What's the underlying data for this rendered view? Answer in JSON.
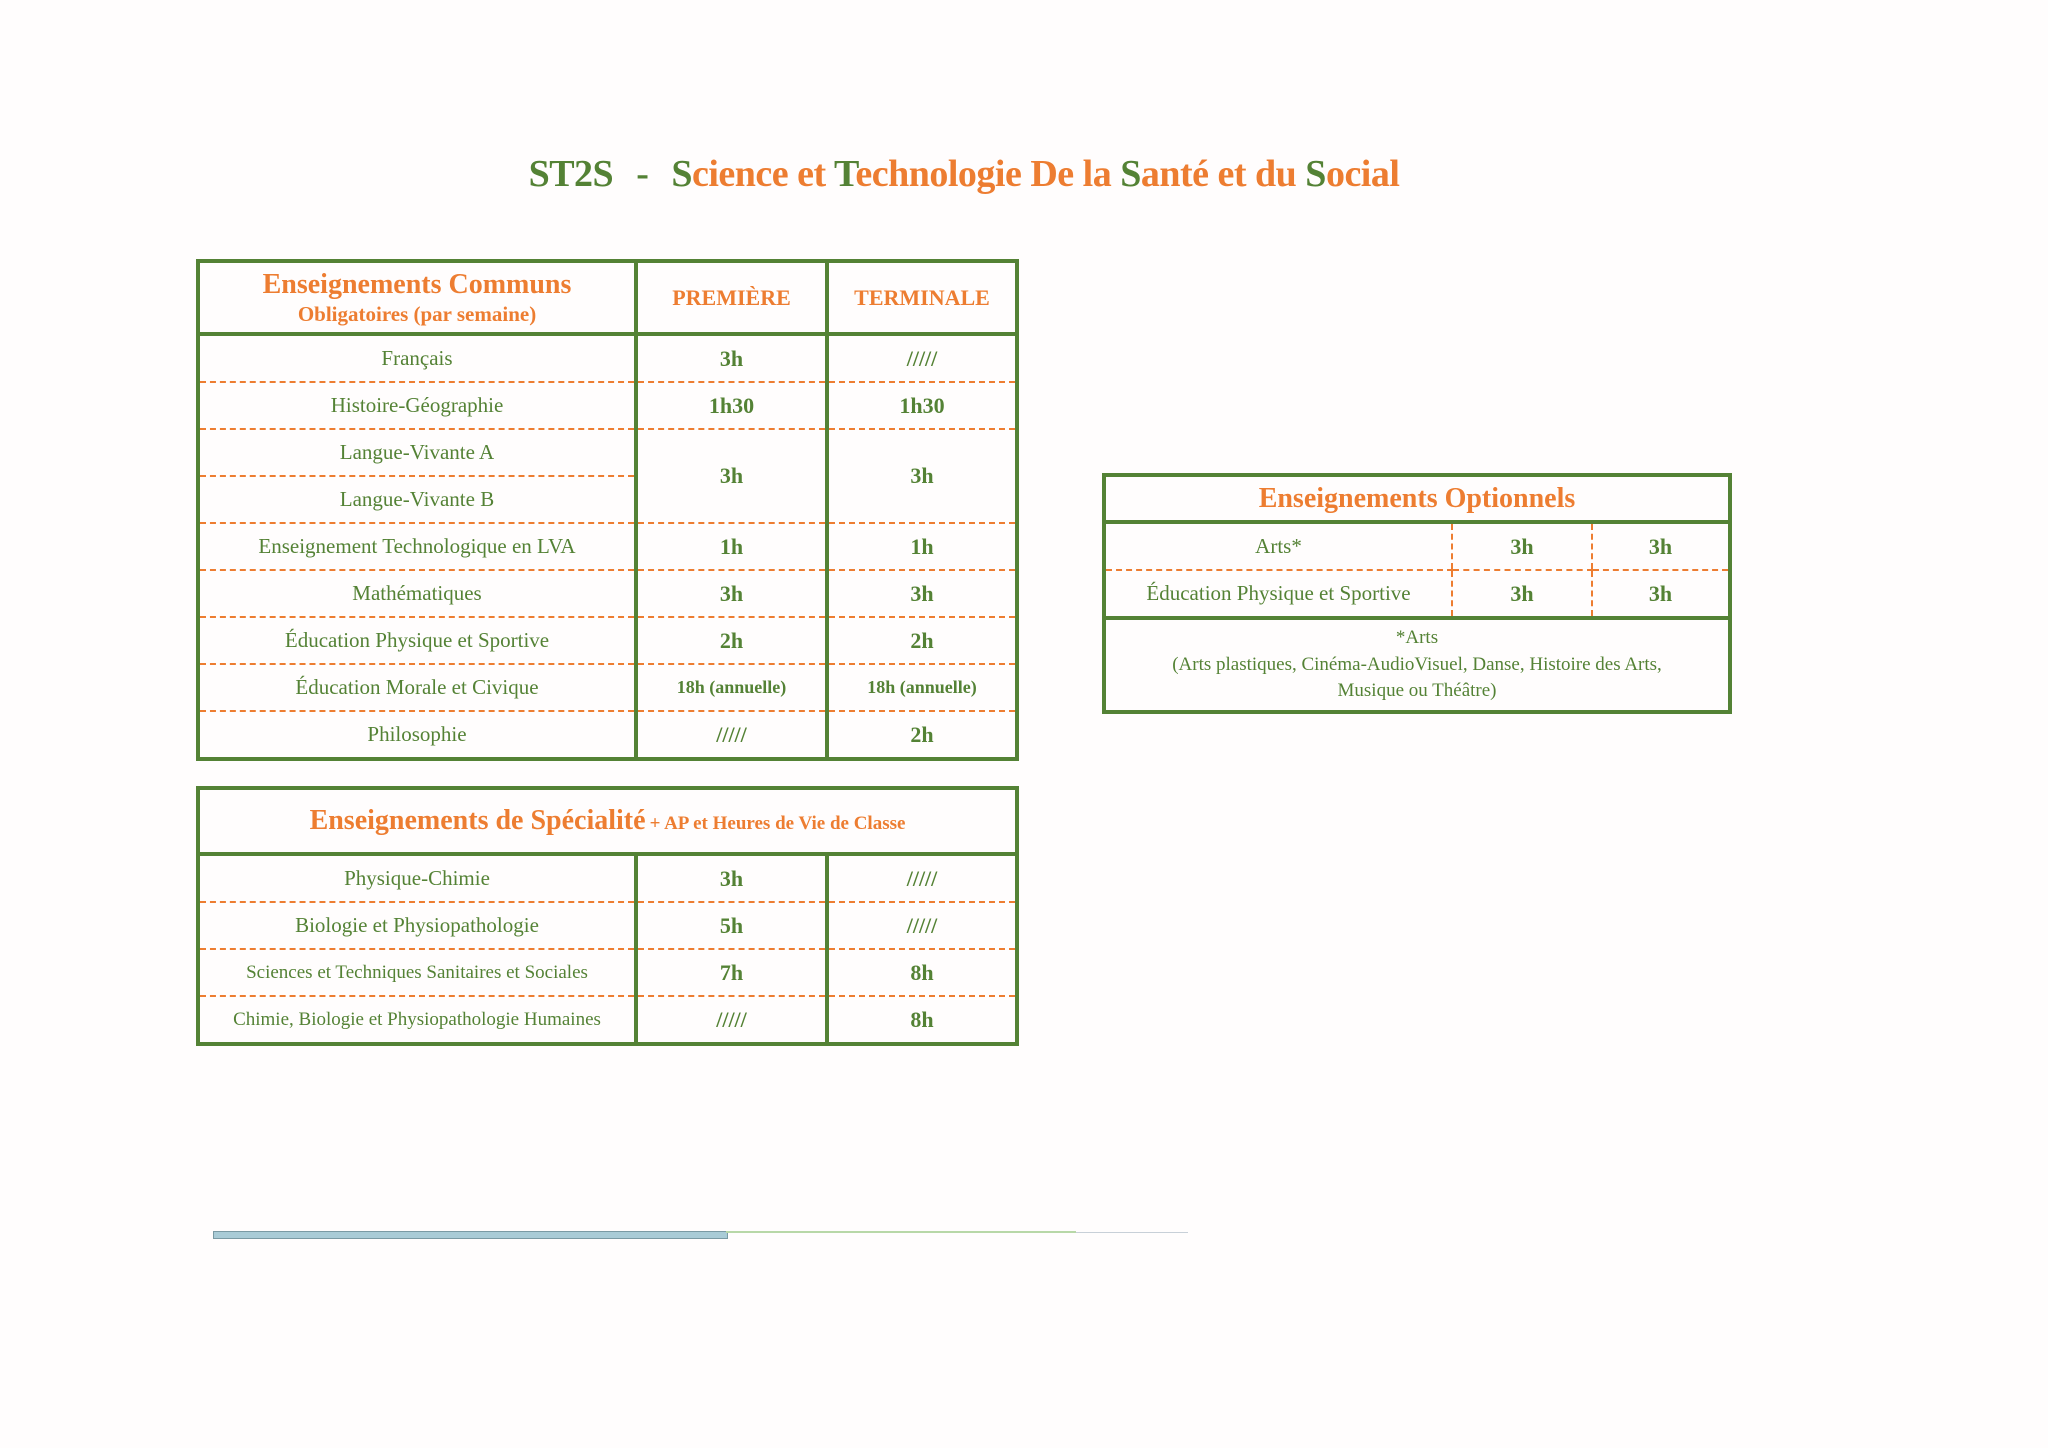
{
  "title": {
    "code": "ST2S",
    "sep": "-",
    "parts": [
      {
        "text": "S",
        "green": true
      },
      {
        "text": "cience et ",
        "green": false
      },
      {
        "text": "T",
        "green": true
      },
      {
        "text": "echnologie De la ",
        "green": false
      },
      {
        "text": "S",
        "green": true
      },
      {
        "text": "anté et du ",
        "green": false
      },
      {
        "text": "S",
        "green": true
      },
      {
        "text": "ocial",
        "green": false
      }
    ]
  },
  "common": {
    "heading": "Enseignements Communs",
    "subheading": "Obligatoires (par semaine)",
    "col1": "PREMIÈRE",
    "col2": "TERMINALE",
    "rows": [
      {
        "subject": "Français",
        "premiere": "3h",
        "terminale": "/////"
      },
      {
        "subject": "Histoire-Géographie",
        "premiere": "1h30",
        "terminale": "1h30"
      },
      {
        "subject": "Langue-Vivante A",
        "premiere": "3h",
        "terminale": "3h"
      },
      {
        "subject": "Langue-Vivante B"
      },
      {
        "subject": "Enseignement Technologique en LVA",
        "premiere": "1h",
        "terminale": "1h"
      },
      {
        "subject": "Mathématiques",
        "premiere": "3h",
        "terminale": "3h"
      },
      {
        "subject": "Éducation Physique et Sportive",
        "premiere": "2h",
        "terminale": "2h"
      },
      {
        "subject": "Éducation Morale et Civique",
        "premiere": "18h (annuelle)",
        "terminale": "18h (annuelle)"
      },
      {
        "subject": "Philosophie",
        "premiere": "/////",
        "terminale": "2h"
      }
    ]
  },
  "speciality": {
    "heading": "Enseignements de Spécialité",
    "extra": "+ AP et Heures de Vie de Classe",
    "rows": [
      {
        "subject": "Physique-Chimie",
        "premiere": "3h",
        "terminale": "/////"
      },
      {
        "subject": "Biologie et Physiopathologie",
        "premiere": "5h",
        "terminale": "/////"
      },
      {
        "subject": "Sciences et Techniques Sanitaires et Sociales",
        "premiere": "7h",
        "terminale": "8h"
      },
      {
        "subject": "Chimie, Biologie et Physiopathologie Humaines",
        "premiere": "/////",
        "terminale": "8h"
      }
    ]
  },
  "optional": {
    "heading": "Enseignements Optionnels",
    "rows": [
      {
        "subject": "Arts*",
        "premiere": "3h",
        "terminale": "3h"
      },
      {
        "subject": "Éducation Physique et Sportive",
        "premiere": "3h",
        "terminale": "3h"
      }
    ],
    "note_title": "*Arts",
    "note_line1": "(Arts plastiques, Cinéma-AudioVisuel, Danse, Histoire des Arts,",
    "note_line2": "Musique ou Théâtre)"
  },
  "colors": {
    "green": "#548235",
    "orange": "#ed7d31"
  }
}
